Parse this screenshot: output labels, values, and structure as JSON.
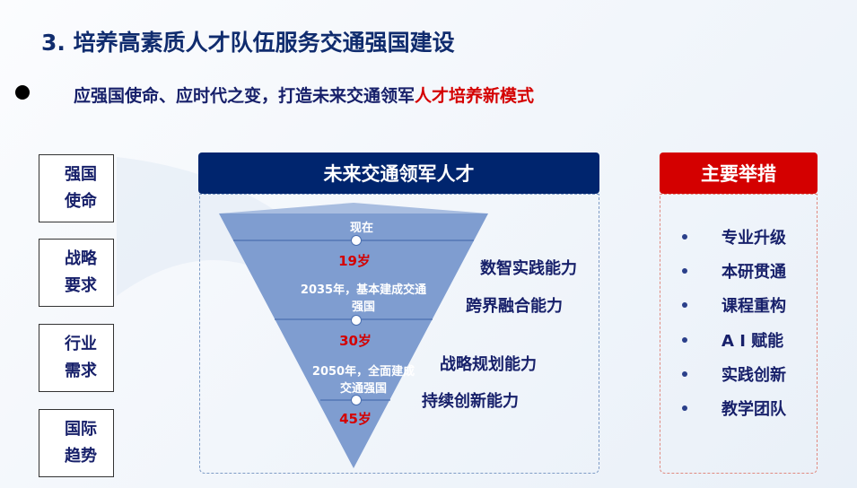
{
  "title": "3. 培养高素质人才队伍服务交通强国建设",
  "subtitle": {
    "prefix": "应强国使命、应时代之变，打造未来交通领军",
    "highlight": "人才培养新模式"
  },
  "drivers": [
    "强国使命",
    "战略要求",
    "行业需求",
    "国际趋势"
  ],
  "center": {
    "header": "未来交通领军人才",
    "stages": [
      {
        "label": "现在",
        "age": "19岁"
      },
      {
        "label": "2035年，基本建成交通强国",
        "age": "30岁"
      },
      {
        "label": "2050年，全面建成交通强国",
        "age": "45岁"
      }
    ],
    "abilities": [
      "数智实践能力",
      "跨界融合能力",
      "战略规划能力",
      "持续创新能力"
    ]
  },
  "measures": {
    "header": "主要举措",
    "items": [
      "专业升级",
      "本研贯通",
      "课程重构",
      "A I 赋能",
      "实践创新",
      "教学团队"
    ]
  },
  "colors": {
    "navy": "#00256e",
    "red": "#d40000",
    "funnel": "#7f9dd0"
  }
}
